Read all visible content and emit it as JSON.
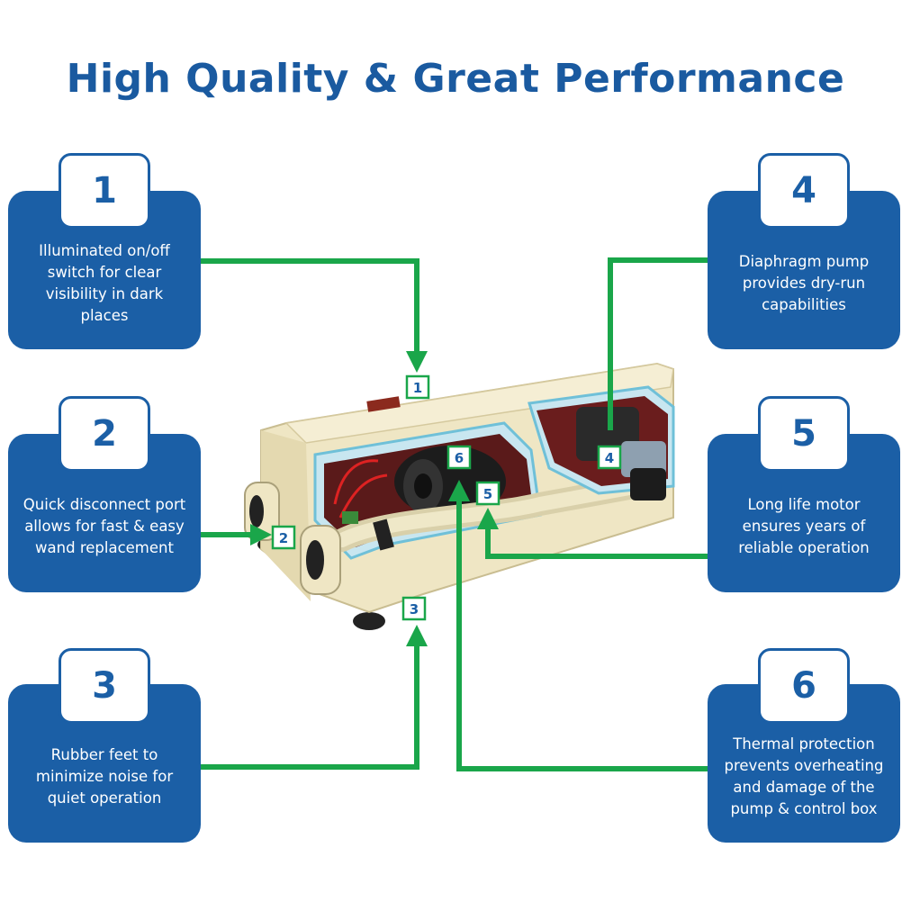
{
  "title": "High Quality & Great Performance",
  "features": [
    {
      "number": "1",
      "text": "Illuminated on/off switch for clear visibility in dark places"
    },
    {
      "number": "2",
      "text": "Quick disconnect port allows for fast & easy wand replacement"
    },
    {
      "number": "3",
      "text": "Rubber feet to minimize noise for quiet operation"
    },
    {
      "number": "4",
      "text": "Diaphragm pump provides dry-run capabilities"
    },
    {
      "number": "5",
      "text": "Long life motor ensures years of reliable operation"
    },
    {
      "number": "6",
      "text": "Thermal protection prevents overheating and damage of the pump & control box"
    }
  ],
  "markers": [
    "1",
    "2",
    "3",
    "4",
    "5",
    "6"
  ],
  "colors": {
    "card_blue": "#1b5fa6",
    "connector_green": "#1aa64a",
    "housing_cream": "#efe6c4"
  }
}
